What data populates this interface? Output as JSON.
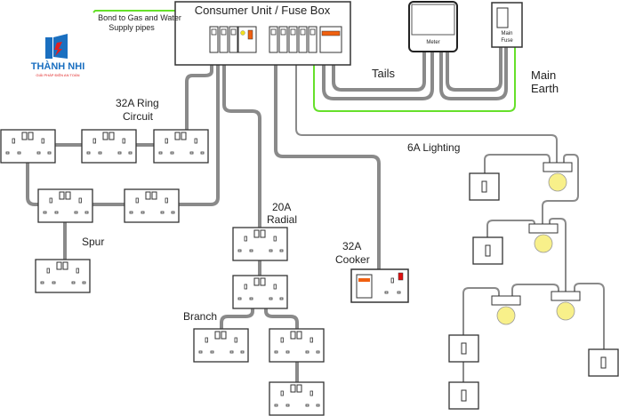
{
  "logo": {
    "name": "THÀNH NHI",
    "tagline": "GIẢI PHÁP ĐIỆN AN TOÀN",
    "color": "#1a6fc0",
    "accent": "#e02020"
  },
  "labels": {
    "bond": "Bond to Gas and Water",
    "bond2": "Supply pipes",
    "consumer_unit": "Consumer Unit / Fuse Box",
    "meter": "Meter",
    "main_fuse_1": "Main",
    "main_fuse_2": "Fuse",
    "tails": "Tails",
    "main_earth_1": "Main",
    "main_earth_2": "Earth",
    "ring_1": "32A Ring",
    "ring_2": "Circuit",
    "spur": "Spur",
    "radial_1": "20A",
    "radial_2": "Radial",
    "branch": "Branch",
    "cooker_1": "32A",
    "cooker_2": "Cooker",
    "lighting": "6A Lighting"
  },
  "colors": {
    "wire": "#8a8a8a",
    "earth": "#66e02a",
    "bulb": "#f8f08a",
    "switch_orange": "#f06010",
    "indicator_red": "#e01010"
  }
}
